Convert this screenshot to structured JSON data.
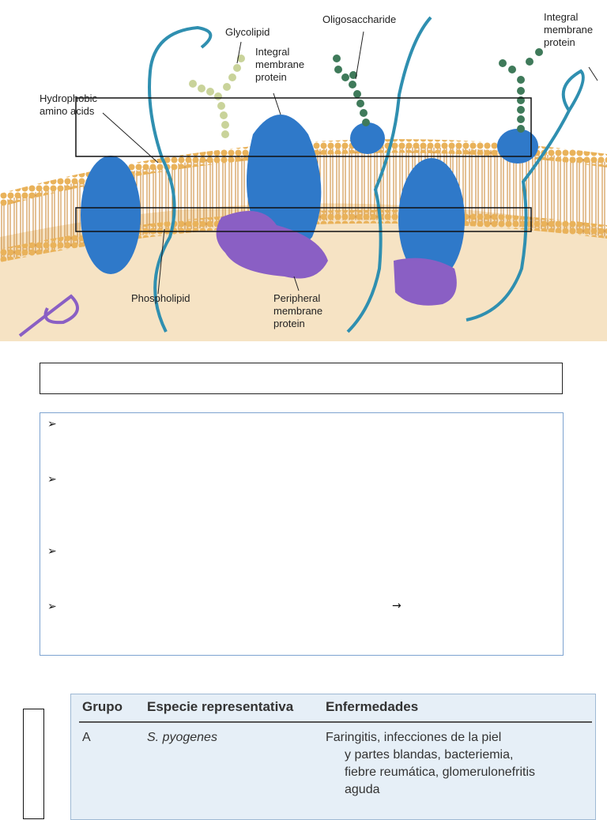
{
  "figure": {
    "labels": {
      "glycolipid": "Glycolipid",
      "oligosaccharide": "Oligosaccharide",
      "integral_top": "Integral\nmembrane\nprotein",
      "integral_right": "Integral\nmembrane\nprotein",
      "hydrophobic": "Hydrophobic\namino acids",
      "phospholipid": "Phospholipid",
      "peripheral": "Peripheral\nmembrane\nprotein"
    },
    "colors": {
      "lipid_head": "#e9b25a",
      "lipid_tail": "#c8832e",
      "cytoplasm": "#f6e3c4",
      "integral_protein": "#2f79c9",
      "peripheral_protein": "#8a5fc4",
      "chain": "#2f8fb0",
      "glycolipid_beads": "#c9d39a",
      "oligo_beads": "#3f7a5a"
    }
  },
  "bullets": {
    "symbol": "➢",
    "items": [
      "",
      "",
      "",
      ""
    ],
    "inline_arrow": "→"
  },
  "table": {
    "headers": [
      "Grupo",
      "Especie representativa",
      "Enfermedades"
    ],
    "rows": [
      {
        "grupo": "A",
        "especie": "S. pyogenes",
        "enfermedades_first": "Faringitis, infecciones de la piel",
        "enfermedades_rest": "y partes blandas, bacteriemia,\nfiebre reumática, glomerulonefritis\naguda"
      }
    ]
  }
}
